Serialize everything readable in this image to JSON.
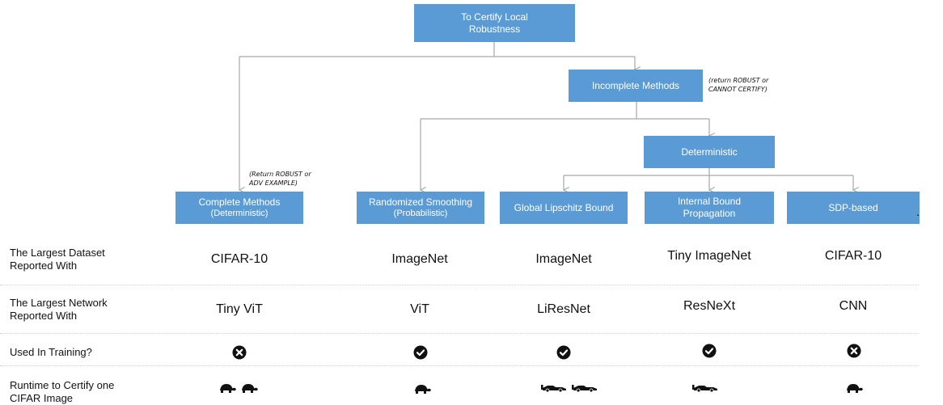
{
  "tree": {
    "root": "To Certify Local Robustness",
    "incomplete": "Incomplete Methods",
    "incomplete_note": [
      "(return ROBUST or",
      "CANNOT CERTIFY)"
    ],
    "deterministic": "Deterministic",
    "complete_note": [
      "(Return ROBUST or",
      "ADV EXAMPLE)"
    ],
    "leaves": [
      {
        "main": "Complete Methods",
        "sub": "(Deterministic)"
      },
      {
        "main": "Randomized Smoothing",
        "sub": "(Probabilistic)"
      },
      {
        "main": "Global Lipschitz Bound",
        "sub": ""
      },
      {
        "main": "Internal Bound",
        "sub": "Propagation"
      },
      {
        "main": "SDP-based",
        "sub": ""
      }
    ],
    "trailing_mark": "."
  },
  "rows": [
    {
      "label": [
        "The Largest Dataset",
        "Reported With"
      ],
      "values": [
        "CIFAR-10",
        "ImageNet",
        "ImageNet",
        "Tiny ImageNet",
        "CIFAR-10"
      ]
    },
    {
      "label": [
        "The Largest Network",
        "Reported With"
      ],
      "values": [
        "Tiny ViT",
        "ViT",
        "LiResNet",
        "ResNeXt",
        "CNN"
      ]
    },
    {
      "label": [
        "Used In Training?"
      ],
      "values": [
        "no",
        "yes",
        "yes",
        "yes",
        "no"
      ]
    },
    {
      "label": [
        "Runtime to Certify one",
        "CIFAR Image"
      ],
      "values": [
        {
          "icon": "turtle-icon",
          "count": 2
        },
        {
          "icon": "turtle-icon",
          "count": 1
        },
        {
          "icon": "race-car-icon",
          "count": 2
        },
        {
          "icon": "race-car-icon",
          "count": 1
        },
        {
          "icon": "turtle-icon",
          "count": 1
        }
      ]
    }
  ],
  "colors": {
    "box": "#5b9bd5",
    "connector": "#a6a6a6",
    "divider": "#cfcfcf",
    "icon": "#111111"
  }
}
